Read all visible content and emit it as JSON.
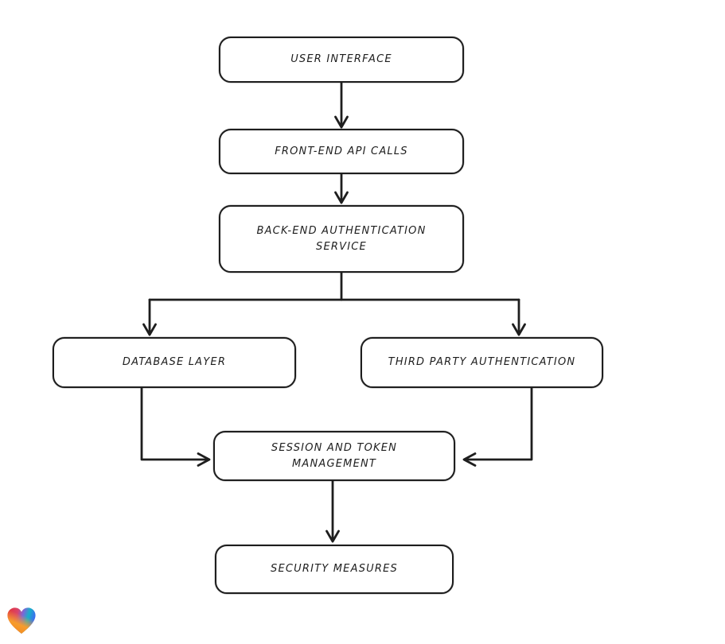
{
  "diagram": {
    "title": "",
    "style": "hand-drawn flowchart",
    "colors": {
      "background": "#ffffff",
      "node_fill": "#ffffff",
      "stroke": "#1e1e1e",
      "text": "#1e1e1e"
    },
    "nodes": [
      {
        "id": "user-interface",
        "label": "USER INTERFACE"
      },
      {
        "id": "front-end-api-calls",
        "label": "FRONT-END API CALLS"
      },
      {
        "id": "back-end-authentication-service",
        "label": "BACK-END AUTHENTICATION SERVICE"
      },
      {
        "id": "database-layer",
        "label": "DATABASE LAYER"
      },
      {
        "id": "third-party-authentication",
        "label": "THIRD PARTY AUTHENTICATION"
      },
      {
        "id": "session-and-token-management",
        "label": "SESSION AND TOKEN MANAGEMENT"
      },
      {
        "id": "security-measures",
        "label": "SECURITY MEASURES"
      }
    ],
    "edges": [
      {
        "from": "user-interface",
        "to": "front-end-api-calls"
      },
      {
        "from": "front-end-api-calls",
        "to": "back-end-authentication-service"
      },
      {
        "from": "back-end-authentication-service",
        "to": "database-layer"
      },
      {
        "from": "back-end-authentication-service",
        "to": "third-party-authentication"
      },
      {
        "from": "database-layer",
        "to": "session-and-token-management"
      },
      {
        "from": "third-party-authentication",
        "to": "session-and-token-management"
      },
      {
        "from": "session-and-token-management",
        "to": "security-measures"
      }
    ]
  },
  "watermark": {
    "icon": "heart-gradient-icon",
    "colors": [
      "#e43434",
      "#18b0c8",
      "#3c6df0",
      "#f79c2d"
    ]
  }
}
